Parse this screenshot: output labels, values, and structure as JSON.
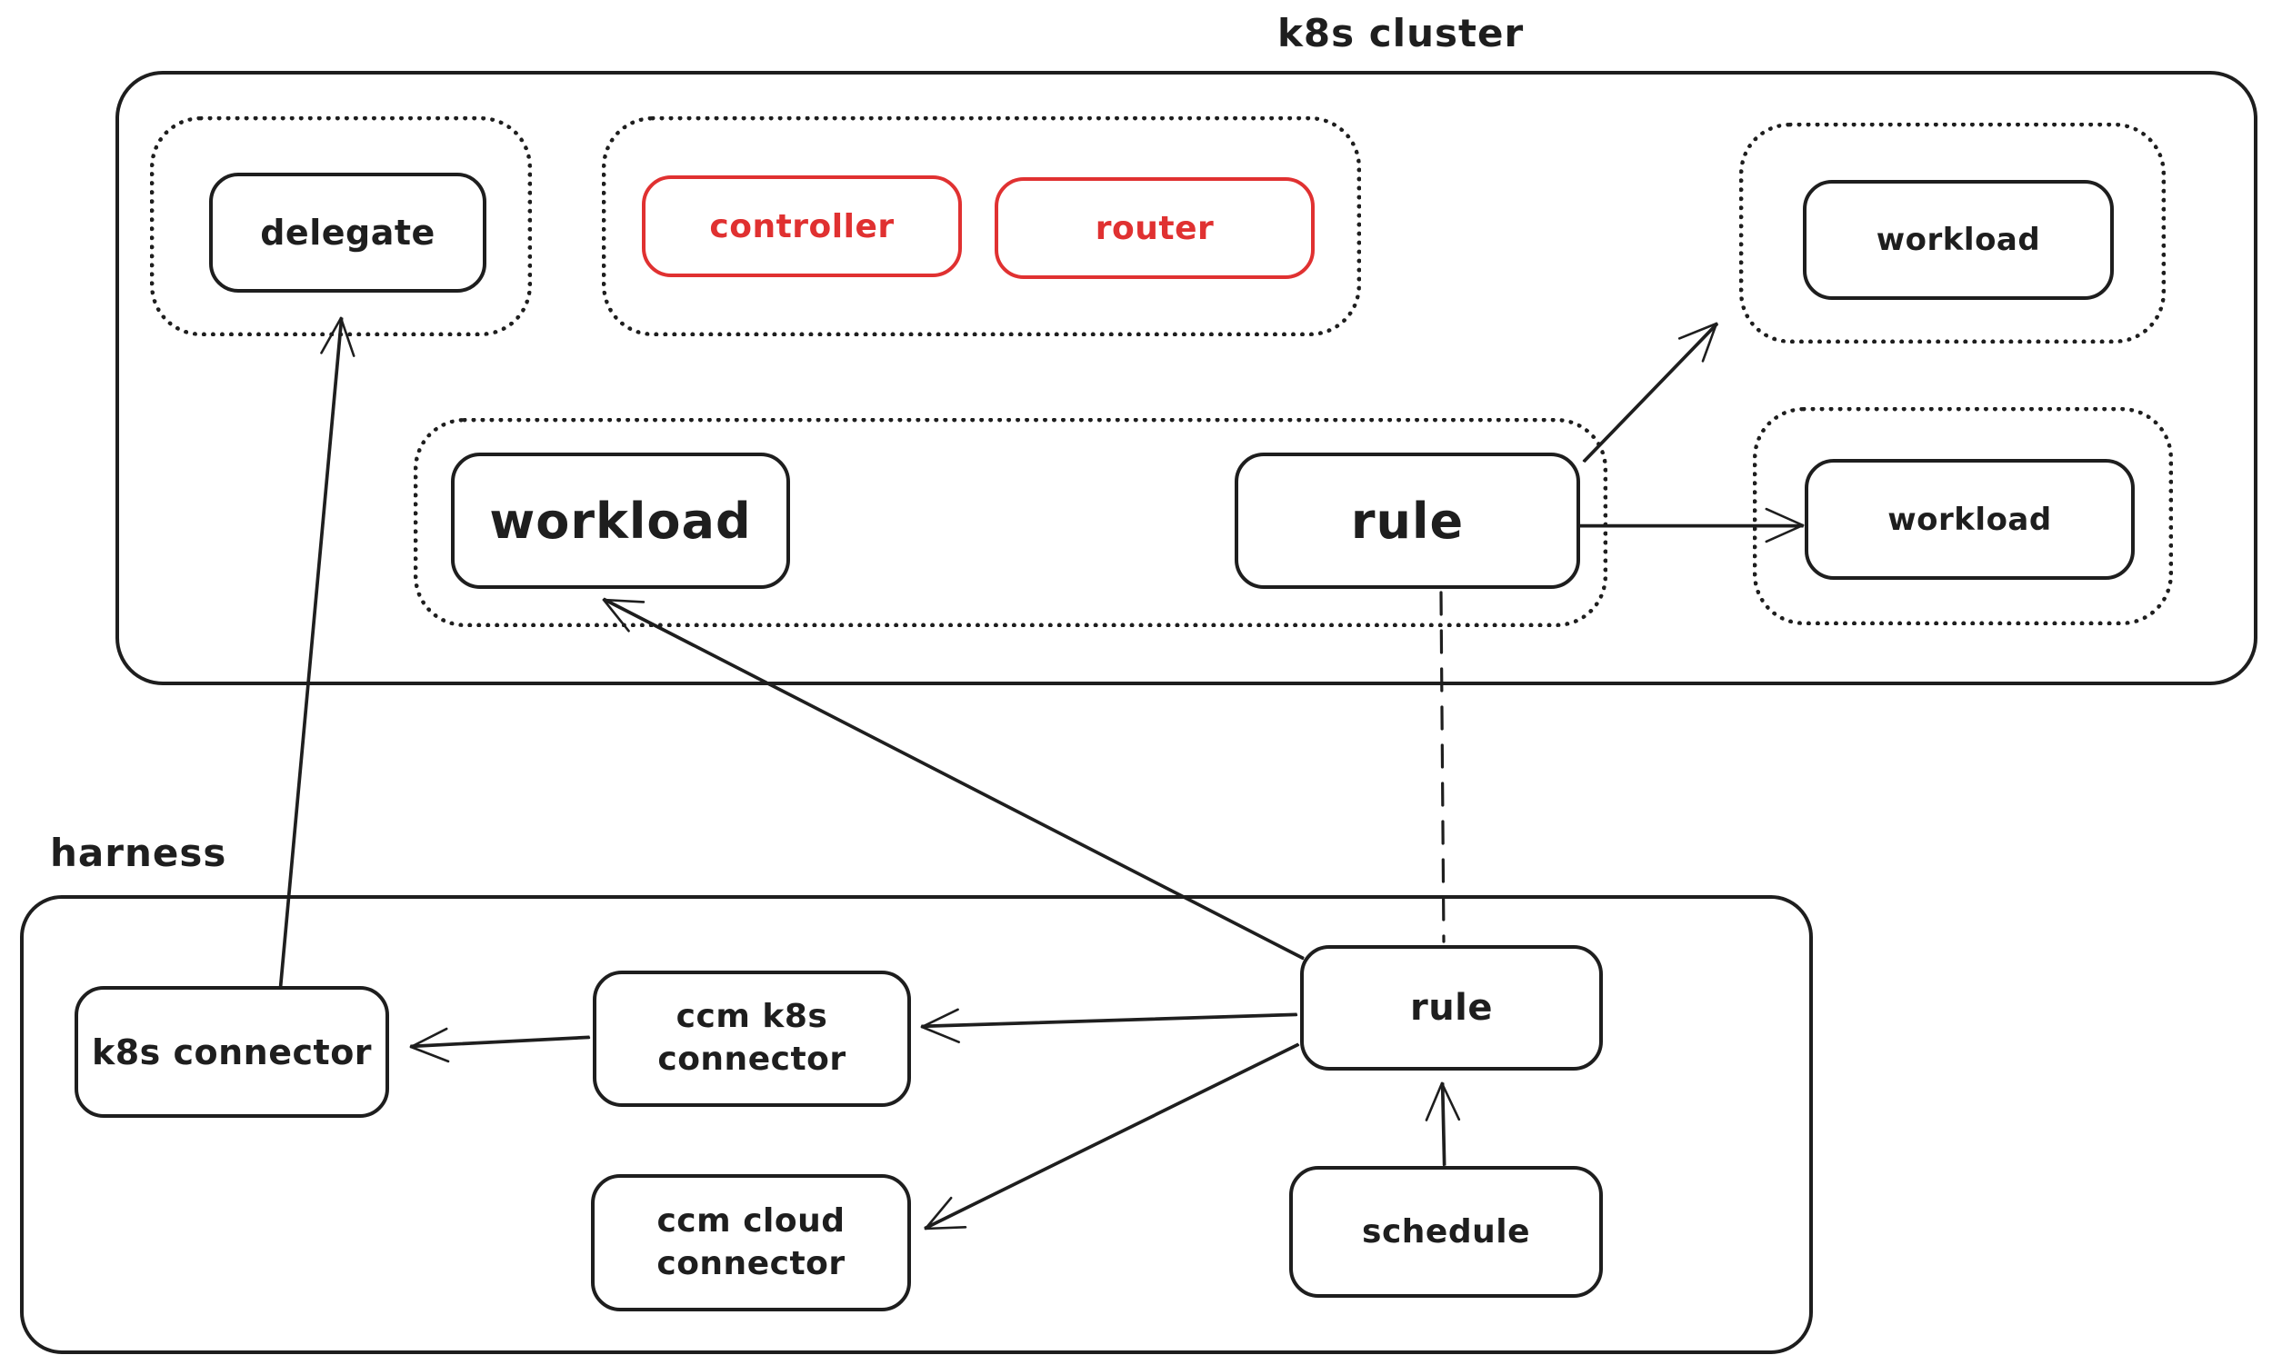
{
  "colors": {
    "ink": "#1e1e1e",
    "accent_red": "#e03131",
    "background": "#ffffff"
  },
  "regions": {
    "k8s_cluster": {
      "label": "k8s cluster"
    },
    "harness": {
      "label": "harness"
    }
  },
  "nodes": {
    "delegate": {
      "label": "delegate"
    },
    "controller": {
      "label": "controller"
    },
    "router": {
      "label": "router"
    },
    "workload_top_right": {
      "label": "workload"
    },
    "workload_main": {
      "label": "workload"
    },
    "rule_k8s": {
      "label": "rule"
    },
    "workload_right": {
      "label": "workload"
    },
    "k8s_connector": {
      "label": "k8s connector"
    },
    "ccm_k8s_connector": {
      "label": "ccm k8s connector"
    },
    "ccm_cloud_connector": {
      "label": "ccm cloud connector"
    },
    "rule_harness": {
      "label": "rule"
    },
    "schedule": {
      "label": "schedule"
    }
  },
  "edges": [
    {
      "id": "k8s-connector-to-delegate",
      "from": "k8s_connector",
      "to": "delegate",
      "points": [
        308,
        1085,
        375,
        350
      ],
      "head": true,
      "dashed": false
    },
    {
      "id": "rule-harness-to-workload-main",
      "from": "rule_harness",
      "to": "workload_main",
      "points": [
        1433,
        1055,
        664,
        660
      ],
      "head": true,
      "dashed": false
    },
    {
      "id": "rule-harness-to-ccm-k8s",
      "from": "rule_harness",
      "to": "ccm_k8s_connector",
      "points": [
        1426,
        1117,
        1014,
        1130
      ],
      "head": true,
      "dashed": false
    },
    {
      "id": "rule-harness-to-ccm-cloud",
      "from": "rule_harness",
      "to": "ccm_cloud_connector",
      "points": [
        1428,
        1150,
        1018,
        1352
      ],
      "head": true,
      "dashed": false
    },
    {
      "id": "schedule-to-rule-harness",
      "from": "schedule",
      "to": "rule_harness",
      "points": [
        1588,
        1282,
        1586,
        1192
      ],
      "head": true,
      "dashed": false
    },
    {
      "id": "rule-k8s-to-rule-harness",
      "from": "rule_k8s",
      "to": "rule_harness",
      "points": [
        1585,
        652,
        1588,
        1036
      ],
      "head": false,
      "dashed": true
    },
    {
      "id": "rule-k8s-to-workload-top-right",
      "from": "rule_k8s",
      "to": "workload_top_right",
      "points": [
        1742,
        507,
        1888,
        356
      ],
      "head": true,
      "dashed": false
    },
    {
      "id": "rule-k8s-to-workload-right",
      "from": "rule_k8s",
      "to": "workload_right",
      "points": [
        1737,
        578,
        1983,
        578
      ],
      "head": true,
      "dashed": false
    },
    {
      "id": "ccm-k8s-to-k8s-connector",
      "from": "ccm_k8s_connector",
      "to": "k8s_connector",
      "points": [
        648,
        1142,
        452,
        1152
      ],
      "head": true,
      "dashed": false
    }
  ]
}
